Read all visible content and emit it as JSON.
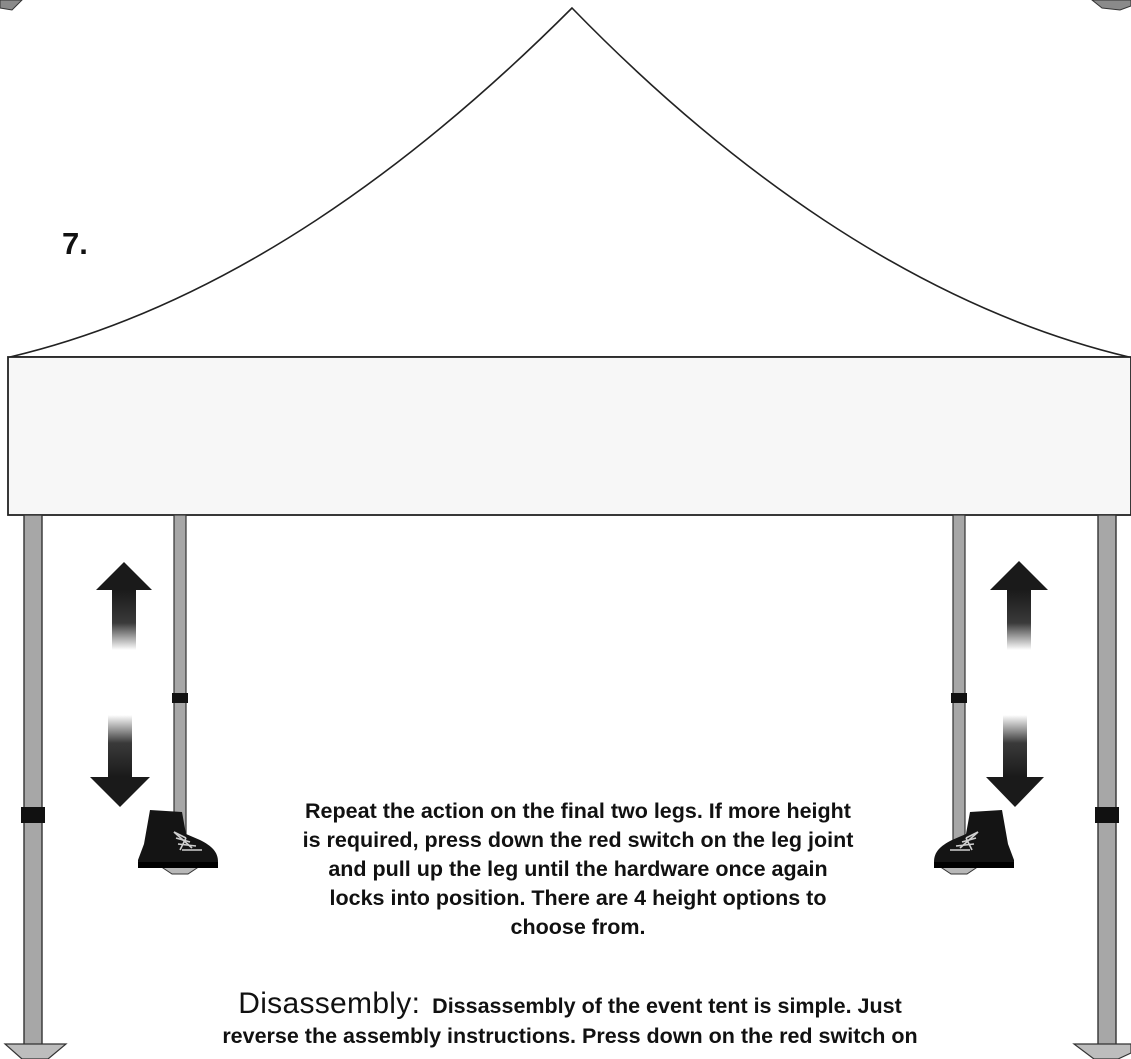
{
  "step": {
    "number": "7."
  },
  "instruction": {
    "lines": [
      "Repeat the action on the final two legs. If more height",
      "is required, press down the red switch on the leg joint",
      "and pull up the leg until the hardware once again",
      "locks into position. There are 4 height options to",
      "choose from."
    ]
  },
  "disassembly": {
    "heading": "Disassembly:",
    "line1": "Dissassembly of the event tent is simple. Just",
    "line2": "reverse the assembly instructions. Press down on the red switch on"
  },
  "colors": {
    "outline": "#222222",
    "leg_fill": "#a7a7a7",
    "joint": "#111111",
    "arrow": "#1a1a1a",
    "canopy": "#ffffff"
  },
  "icons": {
    "arrows": [
      "arrow-up-icon",
      "arrow-down-icon"
    ],
    "boot": "boot-icon"
  }
}
